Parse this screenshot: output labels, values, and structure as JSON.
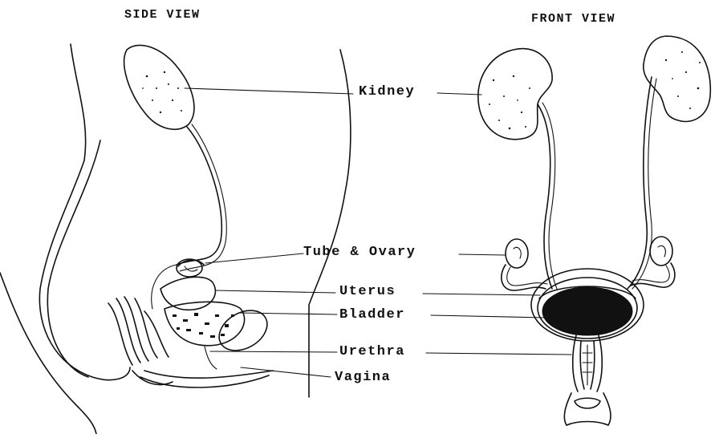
{
  "views": {
    "side": "SIDE VIEW",
    "front": "FRONT VIEW"
  },
  "labels": {
    "kidney": "Kidney",
    "tube_ovary": "Tube & Ovary",
    "uterus": "Uterus",
    "bladder": "Bladder",
    "urethra": "Urethra",
    "vagina": "Vagina"
  }
}
